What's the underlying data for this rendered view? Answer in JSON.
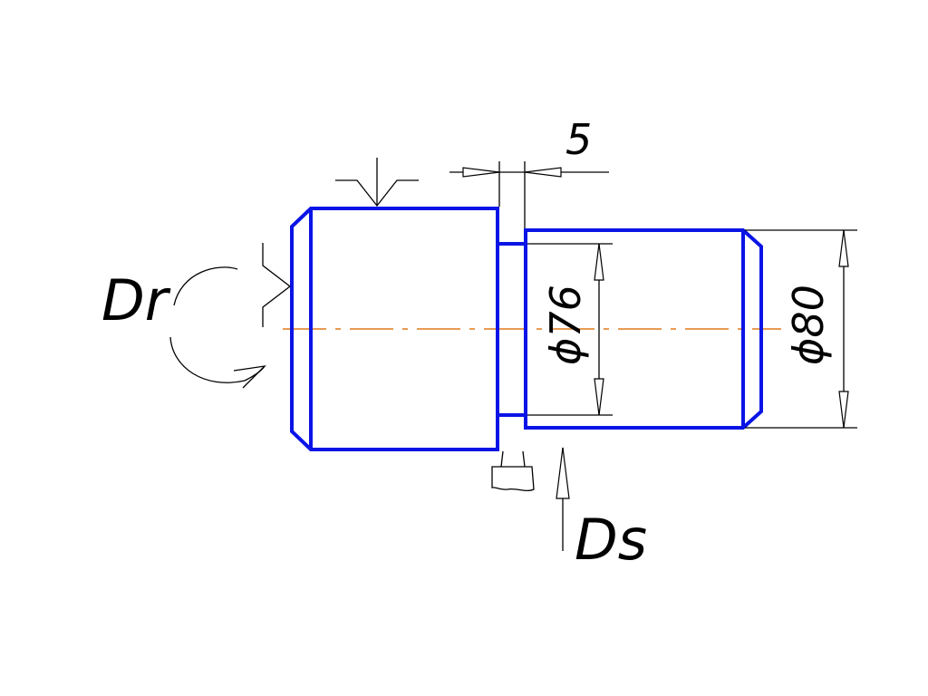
{
  "labels": {
    "groove_width": "5",
    "diameter_groove": "ϕ76",
    "diameter_outer": "ϕ80",
    "rotation_motion": "Dr",
    "feed_motion": "Ds"
  },
  "colors": {
    "part_outline": "#0a14e6",
    "center_axis": "#e07a1c",
    "annotation": "#000000"
  }
}
